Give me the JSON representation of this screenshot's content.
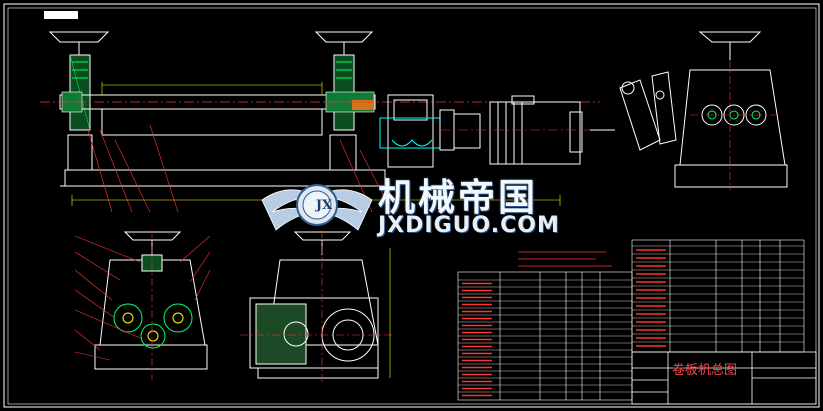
{
  "watermark": {
    "brand_cn": "机械帝国",
    "brand_en": "JXDIGUO.COM",
    "logo_letters": "JX"
  },
  "title_block": {
    "drawing_title": "卷板机总图"
  },
  "colors": {
    "background": "#000000",
    "frame": "#ffffff",
    "outline": "#ffffff",
    "centerline": "#ff3333",
    "hatch": "#00ff66",
    "dimension": "#ffff00",
    "detail": "#00ffff",
    "leader": "#ff3333"
  }
}
